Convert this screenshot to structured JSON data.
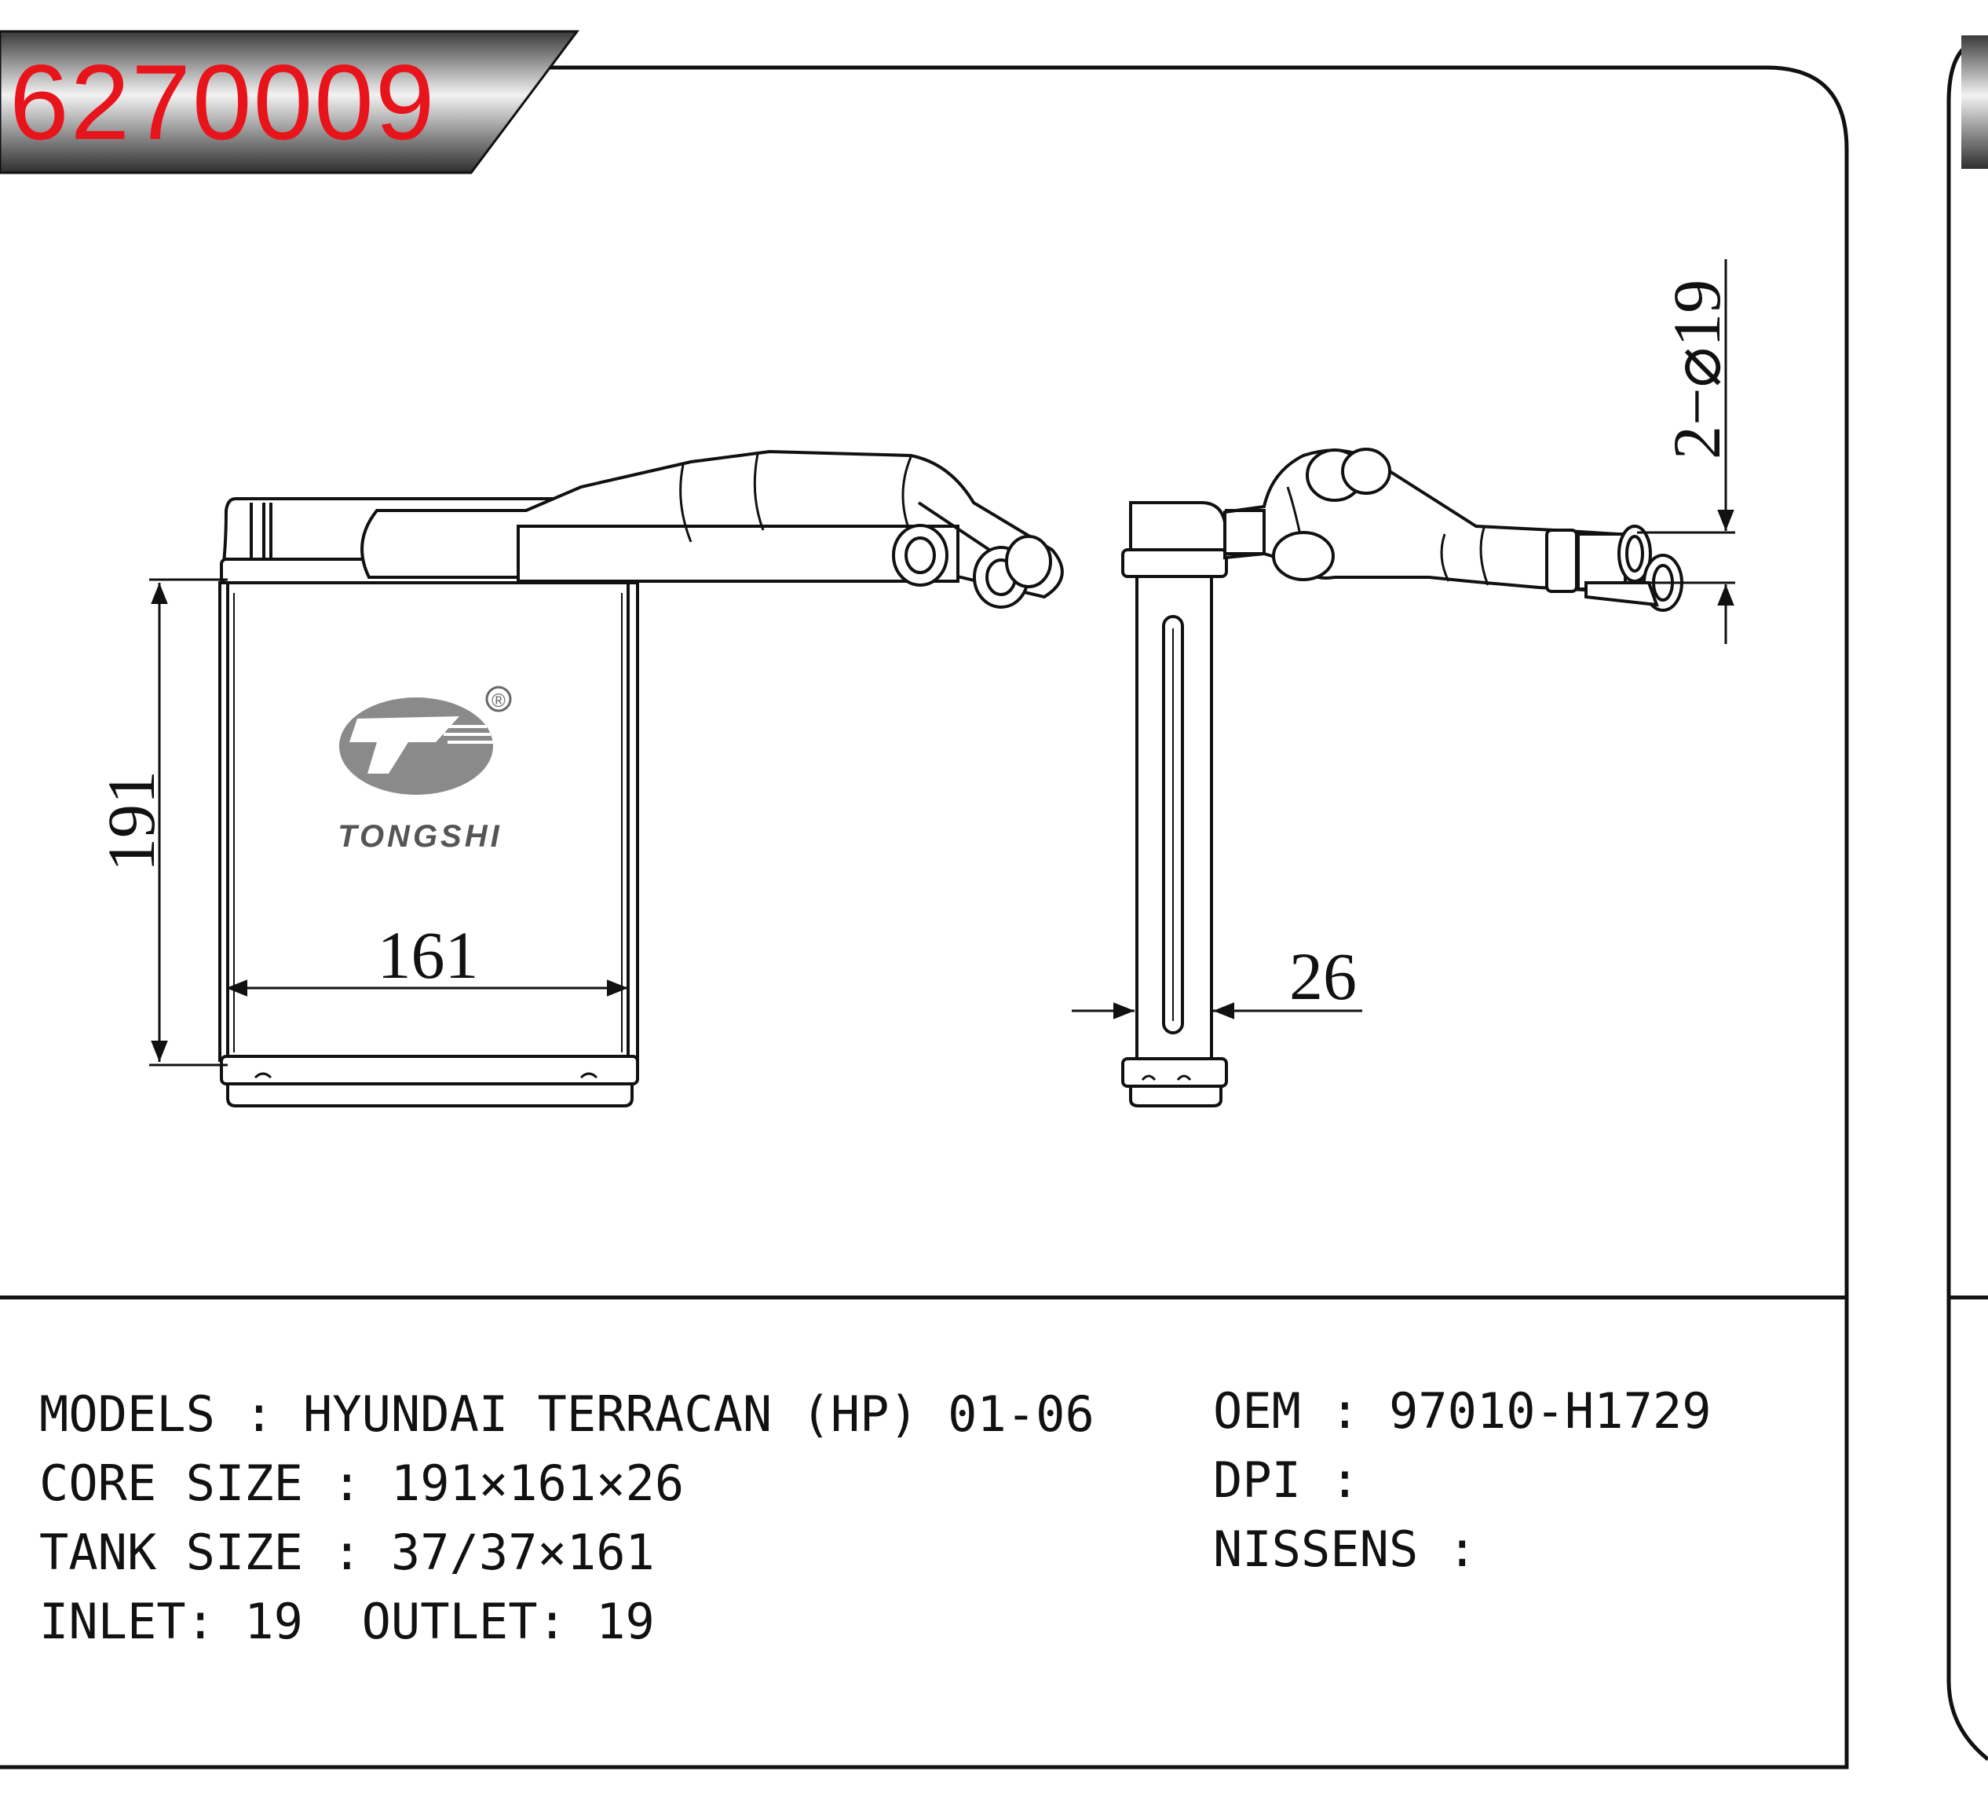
{
  "header": {
    "part_number": "6270009",
    "badge_color": "#e8141b"
  },
  "dimensions": {
    "height": "191",
    "width": "161",
    "depth": "26",
    "pipe": "2−⌀19"
  },
  "brand": {
    "name": "TONGSHI",
    "registered": "®"
  },
  "specs": {
    "models": "MODELS : HYUNDAI TERRACAN (HP) 01-06",
    "core_size": "CORE SIZE : 191×161×26",
    "tank_size": "TANK SIZE : 37/37×161",
    "inlet_outlet": "INLET: 19  OUTLET: 19",
    "oem": "OEM : 97010-H1729",
    "dpi": "DPI :",
    "nissens": "NISSENS :"
  }
}
